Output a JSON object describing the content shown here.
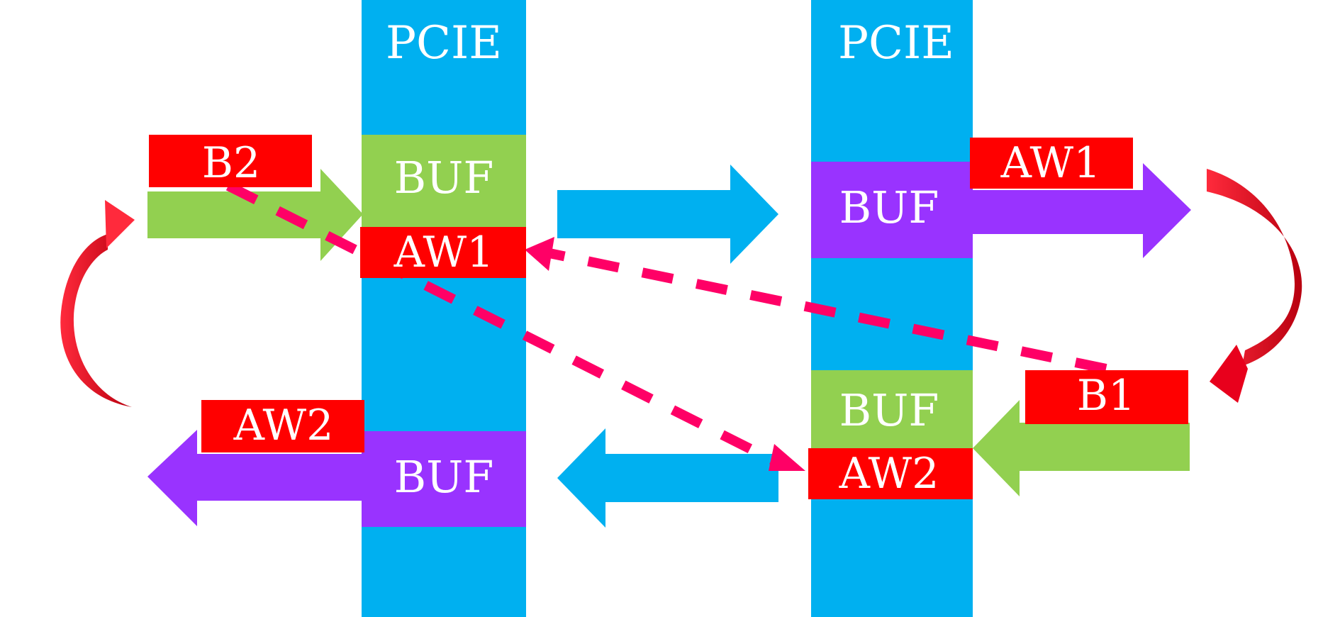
{
  "colors": {
    "pcie_bar": "#00b0f0",
    "buf_green": "#92d050",
    "buf_purple": "#9933ff",
    "label_red": "#ff0000",
    "dashed_line": "#ff0066",
    "curved_arrow": "#e8001c",
    "text": "#ffffff"
  },
  "left_pcie": {
    "title": "PCIE",
    "buf_top": "BUF",
    "buf_bottom": "BUF",
    "label_aw1": "AW1",
    "label_b2": "B2",
    "label_aw2": "AW2"
  },
  "right_pcie": {
    "title": "PCIE",
    "buf_top": "BUF",
    "buf_bottom": "BUF",
    "label_aw1": "AW1",
    "label_b1": "B1",
    "label_aw2": "AW2"
  }
}
